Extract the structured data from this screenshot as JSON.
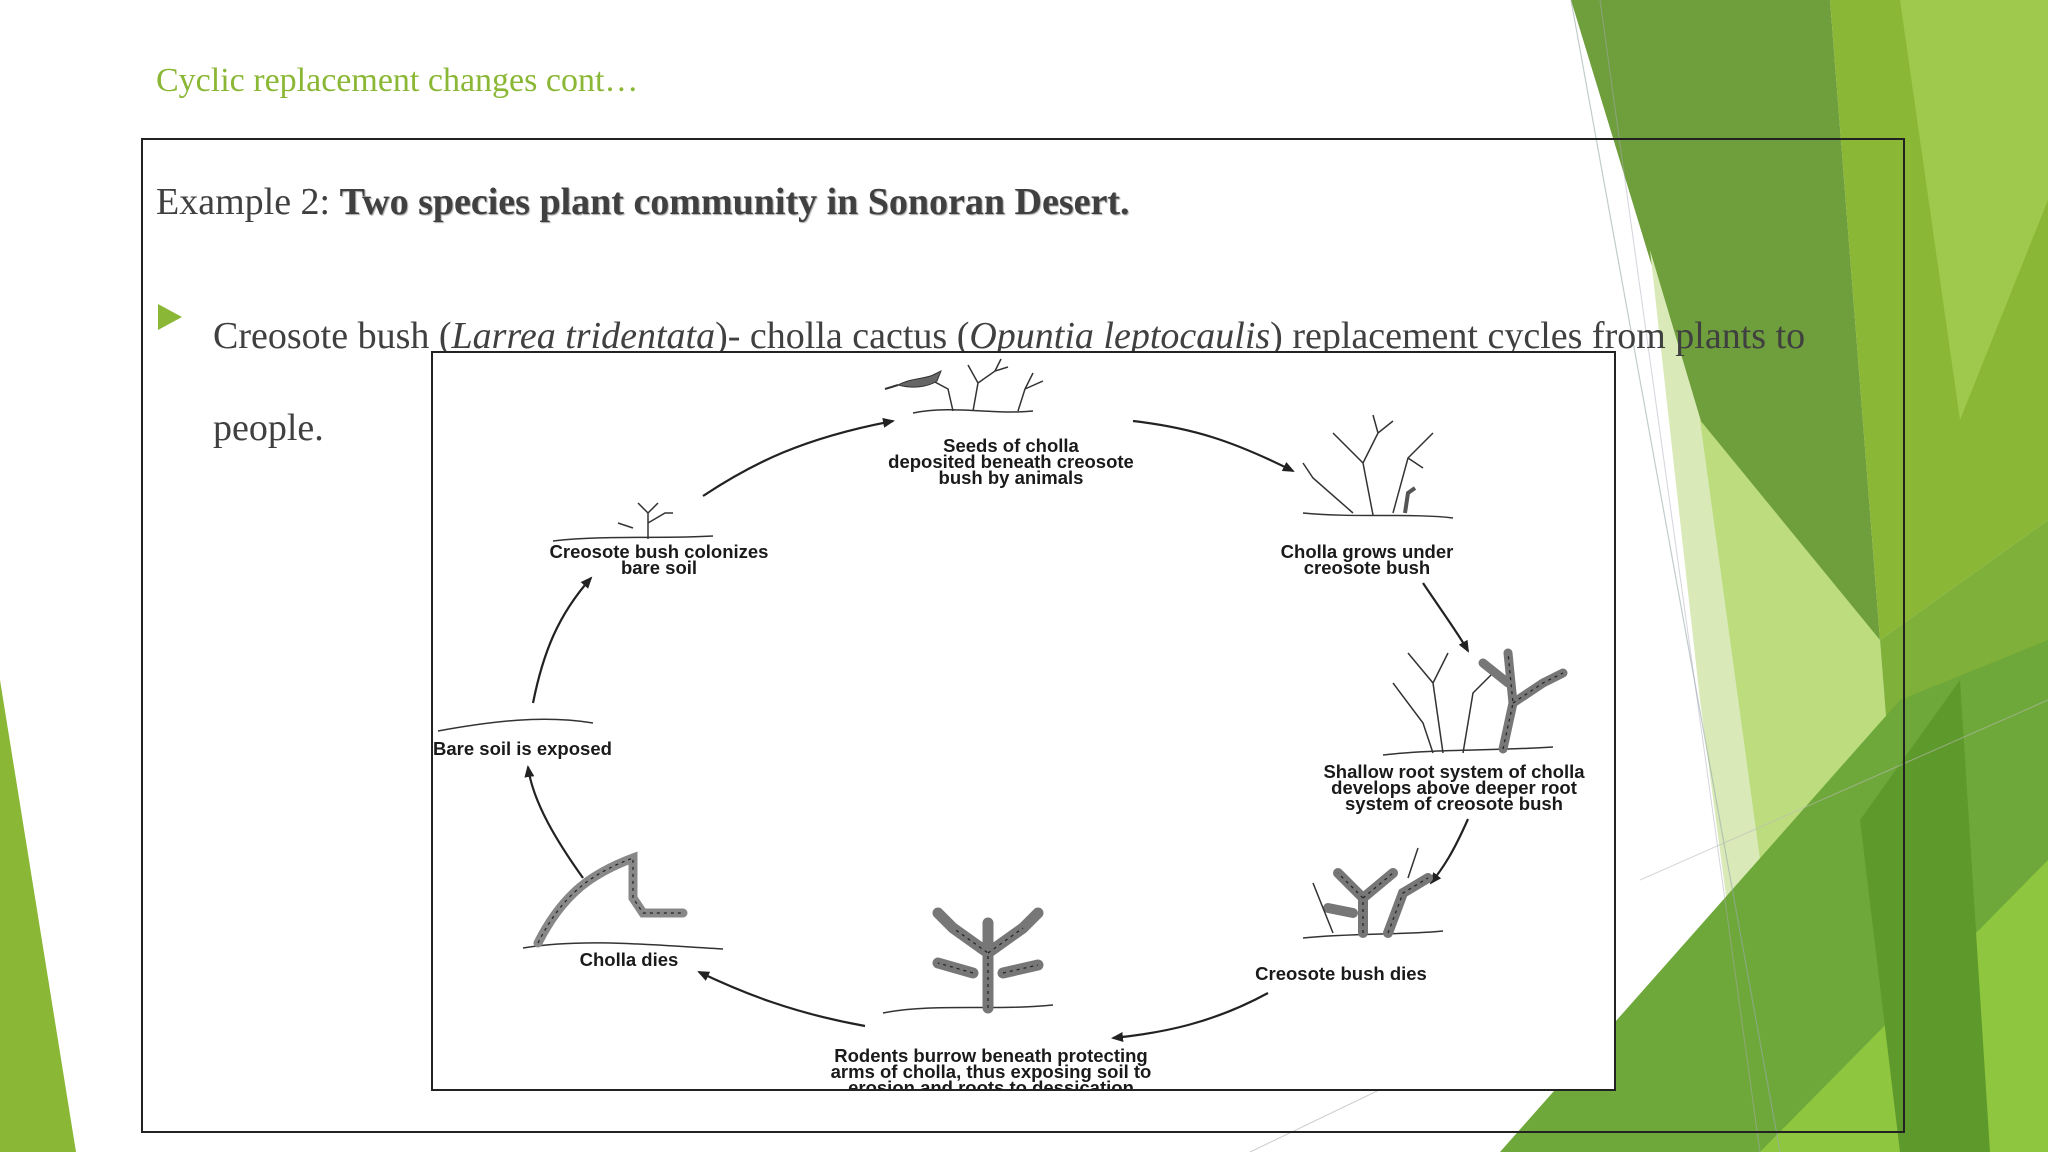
{
  "slide": {
    "title": "Cyclic replacement changes cont…",
    "example_prefix": "Example 2: ",
    "example_bold": "Two species plant community in Sonoran Desert.",
    "bullet": {
      "t1": "Creosote bush (",
      "i1": "Larrea tridentata",
      "t2": ")- cholla cactus (",
      "i2": "Opuntia leptocaulis",
      "t3": ") replacement cycles from plants to people."
    },
    "colors": {
      "accent": "#8ab735",
      "text": "#404040",
      "dark_green": "#5f8f2e",
      "light_green": "#b4d66e"
    }
  },
  "figure": {
    "captions": {
      "seeds_l1": "Seeds of cholla",
      "seeds_l2": "deposited beneath creosote",
      "seeds_l3": "bush by animals",
      "grows_l1": "Cholla grows under",
      "grows_l2": "creosote bush",
      "root_l1": "Shallow root system of cholla",
      "root_l2": "develops above deeper root",
      "root_l3": "system of creosote bush",
      "creosote_dies": "Creosote bush dies",
      "rodents_l1": "Rodents burrow beneath protecting",
      "rodents_l2": "arms of cholla, thus exposing soil to",
      "rodents_l3": "erosion and roots to dessication",
      "cholla_dies": "Cholla dies",
      "bare_soil": "Bare soil is exposed",
      "colonizes_l1": "Creosote bush colonizes",
      "colonizes_l2": "bare soil"
    }
  }
}
